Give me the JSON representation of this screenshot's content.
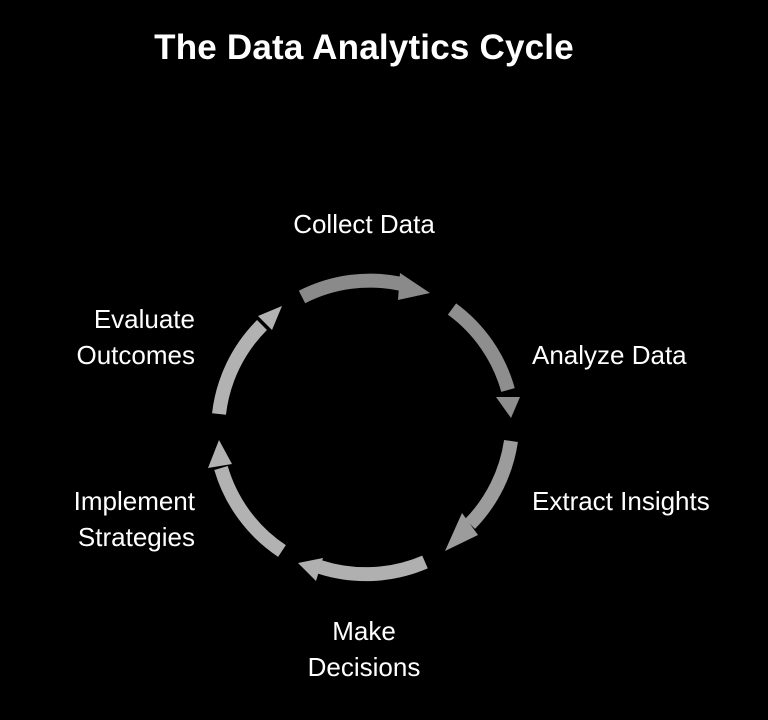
{
  "title": "The Data Analytics Cycle",
  "colors": {
    "background": "#000000",
    "text": "#ffffff",
    "arrow_dark": "#8a8a8a",
    "arrow_light": "#b2b2b2"
  },
  "stages": [
    {
      "id": "collect",
      "label": "Collect Data",
      "lines": [
        "Collect Data"
      ]
    },
    {
      "id": "analyze",
      "label": "Analyze Data",
      "lines": [
        "Analyze Data"
      ]
    },
    {
      "id": "extract",
      "label": "Extract Insights",
      "lines": [
        "Extract Insights"
      ]
    },
    {
      "id": "decide",
      "label": "Make Decisions",
      "lines": [
        "Make",
        "Decisions"
      ]
    },
    {
      "id": "implement",
      "label": "Implement Strategies",
      "lines": [
        "Implement",
        "Strategies"
      ]
    },
    {
      "id": "evaluate",
      "label": "Evaluate Outcomes",
      "lines": [
        "Evaluate",
        "Outcomes"
      ]
    }
  ],
  "arrows": [
    {
      "from": "collect",
      "to": "analyze",
      "icon": "curved-arrow-icon",
      "direction": "clockwise"
    },
    {
      "from": "analyze",
      "to": "extract",
      "icon": "curved-arrow-icon",
      "direction": "clockwise"
    },
    {
      "from": "extract",
      "to": "decide",
      "icon": "curved-arrow-icon",
      "direction": "clockwise"
    },
    {
      "from": "decide",
      "to": "implement",
      "icon": "curved-arrow-icon",
      "direction": "clockwise"
    },
    {
      "from": "implement",
      "to": "evaluate",
      "icon": "curved-arrow-icon",
      "direction": "clockwise"
    },
    {
      "from": "evaluate",
      "to": "collect",
      "icon": "curved-arrow-icon",
      "direction": "clockwise"
    }
  ]
}
